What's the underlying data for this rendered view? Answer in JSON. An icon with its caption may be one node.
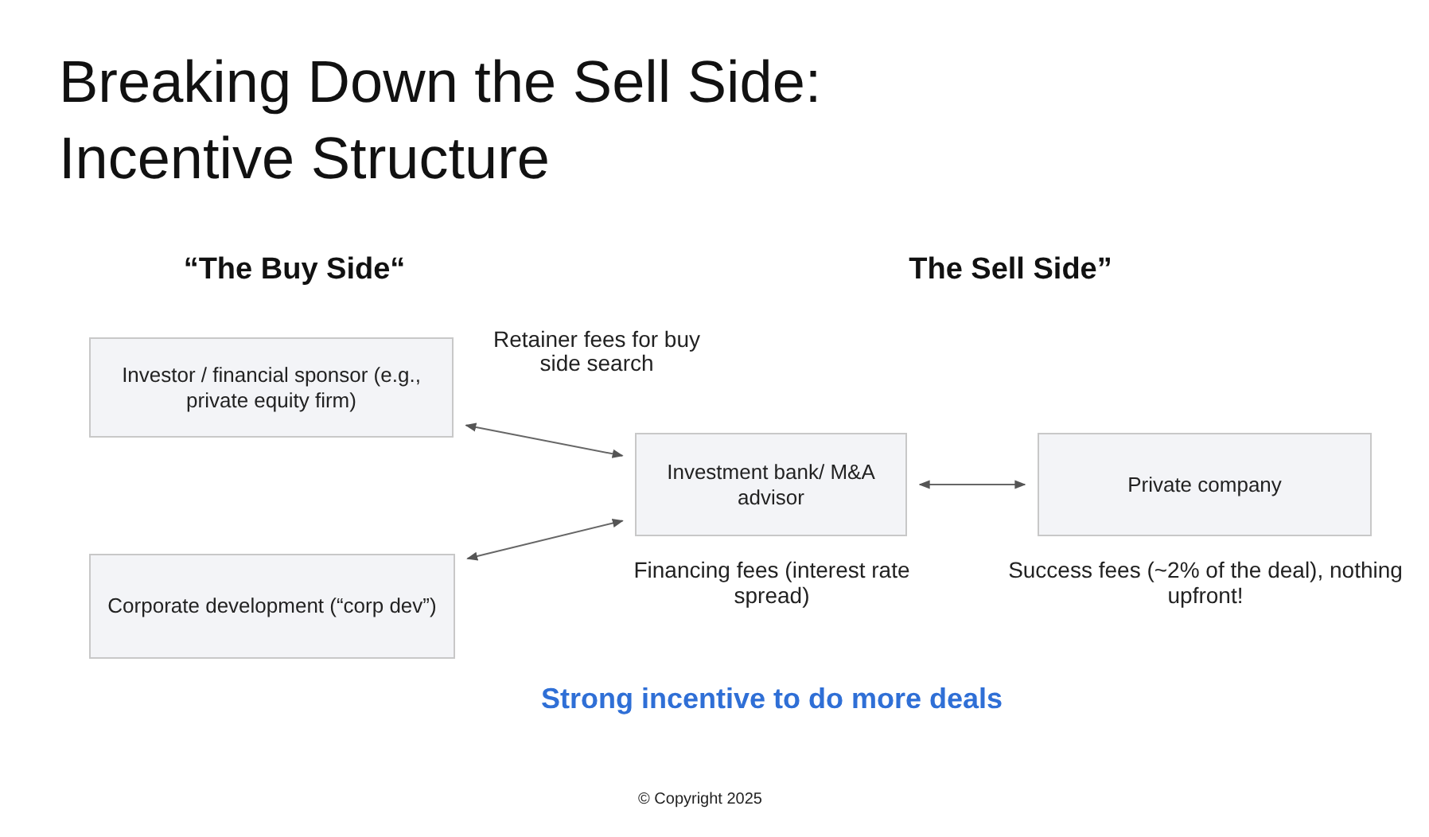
{
  "diagram": {
    "title": "Breaking Down the Sell Side: Incentive Structure",
    "nodes": [
      {
        "text": [
          "Investor / financial sponsor (e.g., private equity firm)"
        ]
      },
      {
        "text": [
          "Corporate development (“corp dev”)"
        ]
      },
      {
        "text": [
          "Investment bank/ M&A advisor"
        ],
        "beside": [
          "Financing fees (interest rate spread)"
        ]
      },
      {
        "text": [
          "Private company"
        ],
        "beside": [
          "Success fees (~2% of the deal), nothing upfront!"
        ]
      }
    ],
    "edges": [
      {
        "from": 0,
        "to": 2,
        "arrow": "both",
        "label": "Retainer fees for buy side search"
      },
      {
        "from": 1,
        "to": 2,
        "arrow": "both"
      },
      {
        "from": 2,
        "to": 3,
        "arrow": "both"
      }
    ],
    "labels": [
      "“The Buy Side“",
      "The Sell Side”",
      "Strong incentive to do more deals",
      "© Copyright 2025"
    ]
  }
}
